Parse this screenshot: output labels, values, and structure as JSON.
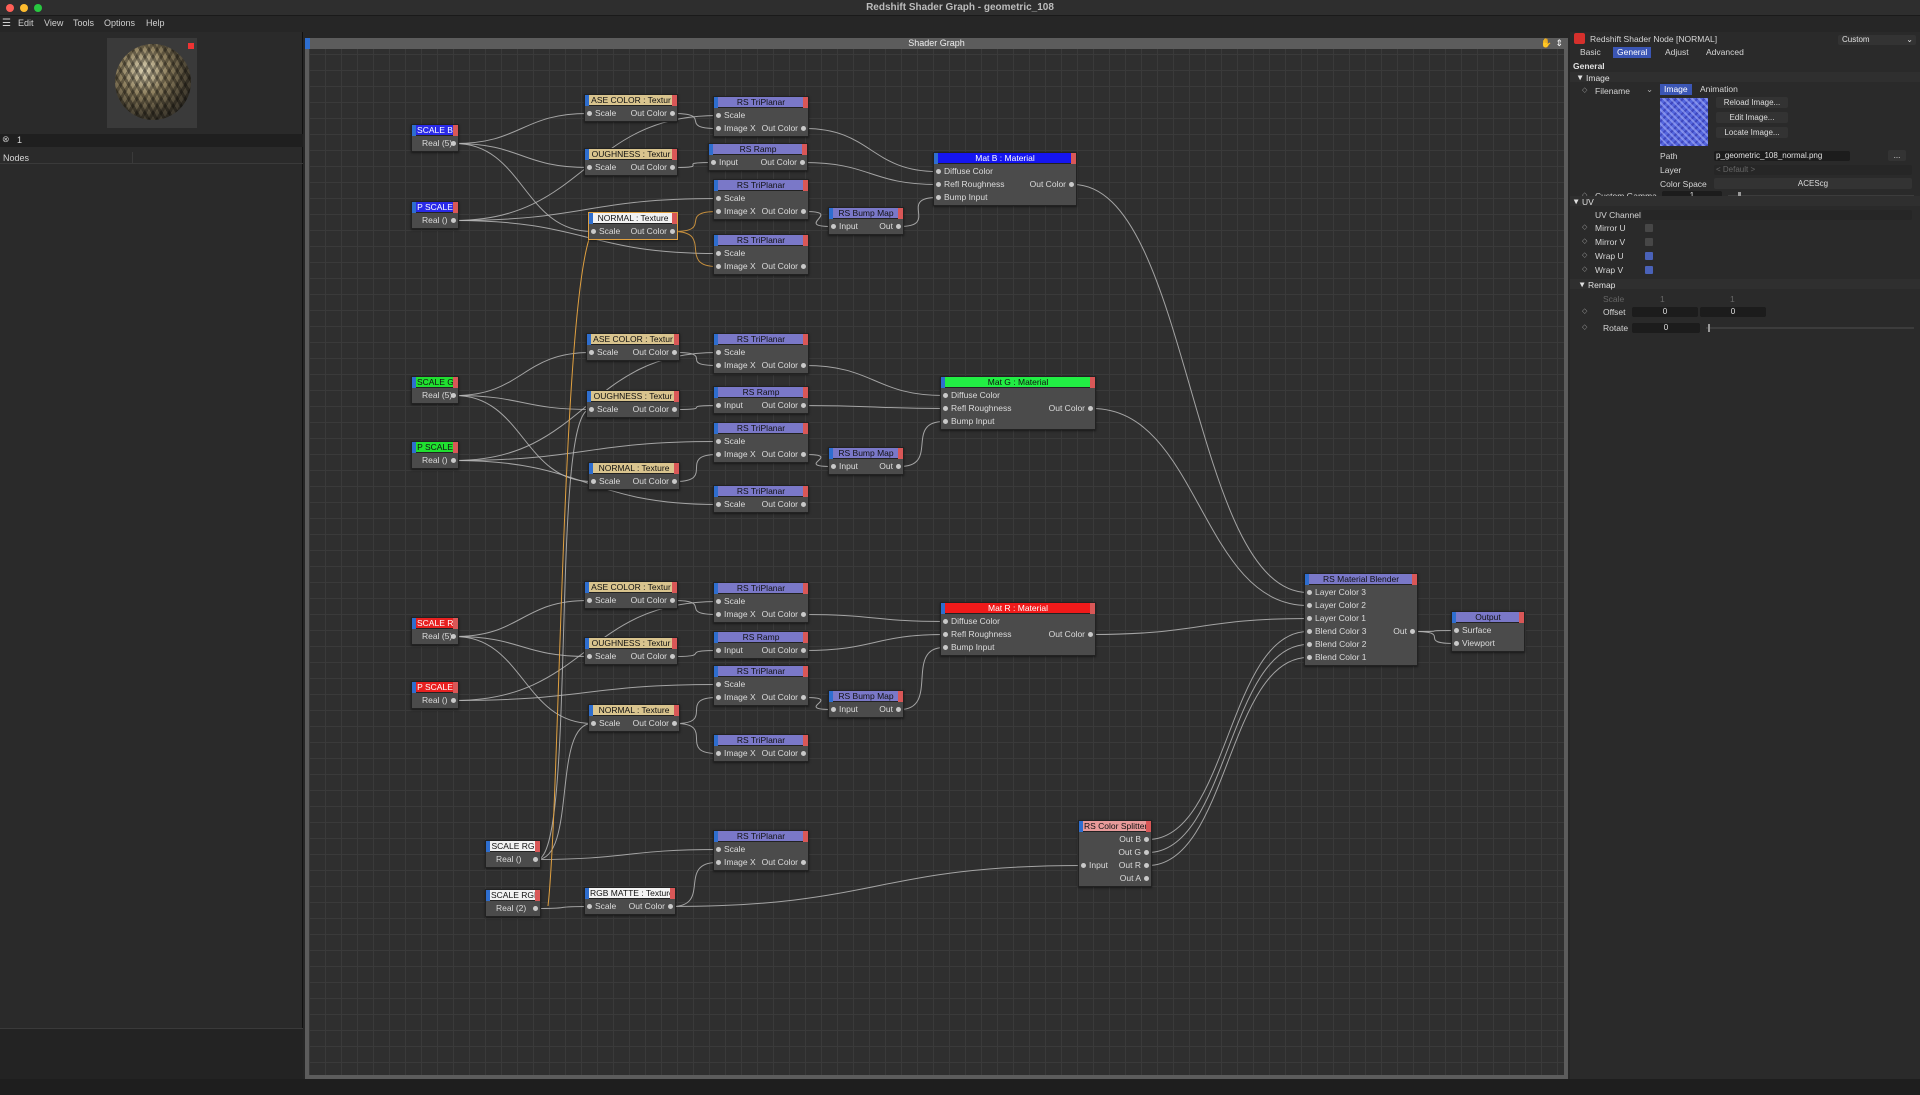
{
  "window": {
    "title": "Redshift Shader Graph - geometric_108"
  },
  "menu": [
    "Edit",
    "View",
    "Tools",
    "Options",
    "Help"
  ],
  "left": {
    "search_value": "1",
    "nodes_label": "Nodes"
  },
  "graph": {
    "title": "Shader Graph"
  },
  "nodes": [
    {
      "id": "scale_b",
      "label": "SCALE B",
      "header_color": "#2a2ae8",
      "light": true,
      "rows": [
        {
          "in": false,
          "label": "Real (5)",
          "out": true
        }
      ]
    },
    {
      "id": "p_scale_b",
      "label": "P SCALE",
      "header_color": "#2a2ae8",
      "light": true,
      "rows": [
        {
          "in": false,
          "label": "Real ()",
          "out": true
        }
      ]
    },
    {
      "id": "base_color_b",
      "label": "ASE COLOR : Textur",
      "header_color": "#d9c48e",
      "rows": [
        {
          "in": true,
          "label": "Scale",
          "out_label": "Out Color",
          "out": true
        }
      ]
    },
    {
      "id": "roughness_b",
      "label": "OUGHNESS : Textur",
      "header_color": "#d9c48e",
      "rows": [
        {
          "in": true,
          "label": "Scale",
          "out_label": "Out Color",
          "out": true
        }
      ]
    },
    {
      "id": "normal_b",
      "label": "NORMAL : Texture",
      "header_color": "#f2f2f2",
      "selected": true,
      "rows": [
        {
          "in": true,
          "label": "Scale",
          "out_label": "Out Color",
          "out": true
        }
      ]
    },
    {
      "id": "tri_b1",
      "label": "RS TriPlanar",
      "header_color": "#7a78c8",
      "rows": [
        {
          "in": true,
          "label": "Scale"
        },
        {
          "in": true,
          "label": "Image X",
          "out_label": "Out Color",
          "out": true
        }
      ]
    },
    {
      "id": "ramp_b",
      "label": "RS Ramp",
      "header_color": "#7a78c8",
      "rows": [
        {
          "in": true,
          "label": "Input",
          "out_label": "Out Color",
          "out": true
        }
      ]
    },
    {
      "id": "tri_b2",
      "label": "RS TriPlanar",
      "header_color": "#7a78c8",
      "rows": [
        {
          "in": true,
          "label": "Scale"
        },
        {
          "in": true,
          "label": "Image X",
          "out_label": "Out Color",
          "out": true
        }
      ]
    },
    {
      "id": "bump_b",
      "label": "RS Bump Map",
      "header_color": "#7a78c8",
      "rows": [
        {
          "in": true,
          "label": "Input",
          "out_label": "Out",
          "out": true
        }
      ]
    },
    {
      "id": "tri_b3",
      "label": "RS TriPlanar",
      "header_color": "#7a78c8",
      "rows": [
        {
          "in": true,
          "label": "Scale"
        },
        {
          "in": true,
          "label": "Image X",
          "out_label": "Out Color",
          "out": true
        }
      ]
    },
    {
      "id": "mat_b",
      "label": "Mat B : Material",
      "header_color": "#1515f0",
      "light": true,
      "rows": [
        {
          "in": true,
          "label": "Diffuse Color"
        },
        {
          "in": true,
          "label": "Refl Roughness",
          "out_label": "Out Color",
          "out": true
        },
        {
          "in": true,
          "label": "Bump Input"
        }
      ]
    },
    {
      "id": "scale_g",
      "label": "SCALE G",
      "header_color": "#20e030",
      "rows": [
        {
          "in": false,
          "label": "Real (5)",
          "out": true
        }
      ]
    },
    {
      "id": "p_scale_g",
      "label": "P SCALE",
      "header_color": "#20e030",
      "rows": [
        {
          "in": false,
          "label": "Real ()",
          "out": true
        }
      ]
    },
    {
      "id": "base_color_g",
      "label": "ASE COLOR : Textur",
      "header_color": "#d9c48e",
      "rows": [
        {
          "in": true,
          "label": "Scale",
          "out_label": "Out Color",
          "out": true
        }
      ]
    },
    {
      "id": "roughness_g",
      "label": "OUGHNESS : Textur",
      "header_color": "#d9c48e",
      "rows": [
        {
          "in": true,
          "label": "Scale",
          "out_label": "Out Color",
          "out": true
        }
      ]
    },
    {
      "id": "normal_g",
      "label": "NORMAL : Texture",
      "header_color": "#d9c48e",
      "rows": [
        {
          "in": true,
          "label": "Scale",
          "out_label": "Out Color",
          "out": true
        }
      ]
    },
    {
      "id": "tri_g1",
      "label": "RS TriPlanar",
      "header_color": "#7a78c8",
      "rows": [
        {
          "in": true,
          "label": "Scale"
        },
        {
          "in": true,
          "label": "Image X",
          "out_label": "Out Color",
          "out": true
        }
      ]
    },
    {
      "id": "ramp_g",
      "label": "RS Ramp",
      "header_color": "#7a78c8",
      "rows": [
        {
          "in": true,
          "label": "Input",
          "out_label": "Out Color",
          "out": true
        }
      ]
    },
    {
      "id": "tri_g2",
      "label": "RS TriPlanar",
      "header_color": "#7a78c8",
      "rows": [
        {
          "in": true,
          "label": "Scale"
        },
        {
          "in": true,
          "label": "Image X",
          "out_label": "Out Color",
          "out": true
        }
      ]
    },
    {
      "id": "bump_g",
      "label": "RS Bump Map",
      "header_color": "#7a78c8",
      "rows": [
        {
          "in": true,
          "label": "Input",
          "out_label": "Out",
          "out": true
        }
      ]
    },
    {
      "id": "tri_g3",
      "label": "RS TriPlanar",
      "header_color": "#7a78c8",
      "rows": [
        {
          "in": true,
          "label": "Scale",
          "out_label": "Out Color",
          "out": true
        }
      ]
    },
    {
      "id": "mat_g",
      "label": "Mat G : Material",
      "header_color": "#22ee44",
      "rows": [
        {
          "in": true,
          "label": "Diffuse Color"
        },
        {
          "in": true,
          "label": "Refl Roughness",
          "out_label": "Out Color",
          "out": true
        },
        {
          "in": true,
          "label": "Bump Input"
        }
      ]
    },
    {
      "id": "scale_r",
      "label": "SCALE R",
      "header_color": "#e82020",
      "light": true,
      "rows": [
        {
          "in": false,
          "label": "Real (5)",
          "out": true
        }
      ]
    },
    {
      "id": "p_scale_r",
      "label": "P SCALE",
      "header_color": "#e82020",
      "light": true,
      "rows": [
        {
          "in": false,
          "label": "Real ()",
          "out": true
        }
      ]
    },
    {
      "id": "base_color_r",
      "label": "ASE COLOR : Textur",
      "header_color": "#d9c48e",
      "rows": [
        {
          "in": true,
          "label": "Scale",
          "out_label": "Out Color",
          "out": true
        }
      ]
    },
    {
      "id": "roughness_r",
      "label": "OUGHNESS : Textur",
      "header_color": "#d9c48e",
      "rows": [
        {
          "in": true,
          "label": "Scale",
          "out_label": "Out Color",
          "out": true
        }
      ]
    },
    {
      "id": "normal_r",
      "label": "NORMAL : Texture",
      "header_color": "#d9c48e",
      "rows": [
        {
          "in": true,
          "label": "Scale",
          "out_label": "Out Color",
          "out": true
        }
      ]
    },
    {
      "id": "tri_r1",
      "label": "RS TriPlanar",
      "header_color": "#7a78c8",
      "rows": [
        {
          "in": true,
          "label": "Scale"
        },
        {
          "in": true,
          "label": "Image X",
          "out_label": "Out Color",
          "out": true
        }
      ]
    },
    {
      "id": "ramp_r",
      "label": "RS Ramp",
      "header_color": "#7a78c8",
      "rows": [
        {
          "in": true,
          "label": "Input",
          "out_label": "Out Color",
          "out": true
        }
      ]
    },
    {
      "id": "tri_r2",
      "label": "RS TriPlanar",
      "header_color": "#7a78c8",
      "rows": [
        {
          "in": true,
          "label": "Scale"
        },
        {
          "in": true,
          "label": "Image X",
          "out_label": "Out Color",
          "out": true
        }
      ]
    },
    {
      "id": "bump_r",
      "label": "RS Bump Map",
      "header_color": "#7a78c8",
      "rows": [
        {
          "in": true,
          "label": "Input",
          "out_label": "Out",
          "out": true
        }
      ]
    },
    {
      "id": "tri_r3",
      "label": "RS TriPlanar",
      "header_color": "#7a78c8",
      "rows": [
        {
          "in": true,
          "label": "Image X",
          "out_label": "Out Color",
          "out": true
        }
      ]
    },
    {
      "id": "mat_r",
      "label": "Mat R : Material",
      "header_color": "#f01a1a",
      "light": true,
      "rows": [
        {
          "in": true,
          "label": "Diffuse Color"
        },
        {
          "in": true,
          "label": "Refl Roughness",
          "out_label": "Out Color",
          "out": true
        },
        {
          "in": true,
          "label": "Bump Input"
        }
      ]
    },
    {
      "id": "scale_rgb",
      "label": "SCALE RG",
      "header_color": "#f2f2f2",
      "rows": [
        {
          "in": false,
          "label": "Real ()",
          "out": true
        }
      ]
    },
    {
      "id": "p_scale_rgb",
      "label": "SCALE RGB",
      "header_color": "#f2f2f2",
      "rows": [
        {
          "in": false,
          "label": "Real (2)",
          "out": true
        }
      ]
    },
    {
      "id": "rgb_matte",
      "label": "RGB MATTE : Texture",
      "header_color": "#f2f2f2",
      "rows": [
        {
          "in": true,
          "label": "Scale",
          "out_label": "Out Color",
          "out": true
        }
      ]
    },
    {
      "id": "tri_rgb",
      "label": "RS TriPlanar",
      "header_color": "#7a78c8",
      "rows": [
        {
          "in": true,
          "label": "Scale"
        },
        {
          "in": true,
          "label": "Image X",
          "out_label": "Out Color",
          "out": true
        }
      ]
    },
    {
      "id": "splitter",
      "label": "RS Color Splitter",
      "header_color": "#e89a9a",
      "rows": [
        {
          "in": false,
          "label": "",
          "out_label": "Out B",
          "out": true
        },
        {
          "in": false,
          "label": "",
          "out_label": "Out G",
          "out": true
        },
        {
          "in": true,
          "label": "Input",
          "out_label": "Out R",
          "out": true
        },
        {
          "in": false,
          "label": "",
          "out_label": "Out A",
          "out": true
        }
      ]
    },
    {
      "id": "blender",
      "label": "RS Material Blender",
      "header_color": "#7a78c8",
      "rows": [
        {
          "in": true,
          "label": "Layer Color 3"
        },
        {
          "in": true,
          "label": "Layer Color 2"
        },
        {
          "in": true,
          "label": "Layer Color 1"
        },
        {
          "in": true,
          "label": "Blend Color 3",
          "out_label": "Out",
          "out": true
        },
        {
          "in": true,
          "label": "Blend Color 2"
        },
        {
          "in": true,
          "label": "Blend Color 1"
        }
      ]
    },
    {
      "id": "output",
      "label": "Output",
      "header_color": "#7a78c8",
      "rows": [
        {
          "in": true,
          "label": "Surface"
        },
        {
          "in": true,
          "label": "Viewport"
        }
      ]
    }
  ],
  "links": [
    [
      "scale_b",
      0,
      "base_color_b",
      0
    ],
    [
      "scale_b",
      0,
      "roughness_b",
      0
    ],
    [
      "scale_b",
      0,
      "normal_b",
      0
    ],
    [
      "p_scale_b",
      0,
      "tri_b1",
      0
    ],
    [
      "p_scale_b",
      0,
      "tri_b2",
      0
    ],
    [
      "p_scale_b",
      0,
      "tri_b3",
      0
    ],
    [
      "base_color_b",
      0,
      "tri_b1",
      1
    ],
    [
      "roughness_b",
      0,
      "ramp_b",
      0
    ],
    [
      "normal_b",
      0,
      "tri_b2",
      1
    ],
    [
      "normal_b",
      0,
      "tri_b3",
      1
    ],
    [
      "tri_b1",
      1,
      "mat_b",
      0
    ],
    [
      "ramp_b",
      0,
      "mat_b",
      1
    ],
    [
      "tri_b2",
      1,
      "bump_b",
      0
    ],
    [
      "bump_b",
      0,
      "mat_b",
      2
    ],
    [
      "scale_g",
      0,
      "base_color_g",
      0
    ],
    [
      "scale_g",
      0,
      "roughness_g",
      0
    ],
    [
      "scale_g",
      0,
      "normal_g",
      0
    ],
    [
      "p_scale_g",
      0,
      "tri_g1",
      0
    ],
    [
      "p_scale_g",
      0,
      "tri_g2",
      0
    ],
    [
      "p_scale_g",
      0,
      "tri_g3",
      0
    ],
    [
      "base_color_g",
      0,
      "tri_g1",
      1
    ],
    [
      "roughness_g",
      0,
      "ramp_g",
      0
    ],
    [
      "normal_g",
      0,
      "tri_g2",
      1
    ],
    [
      "tri_g1",
      1,
      "mat_g",
      0
    ],
    [
      "ramp_g",
      0,
      "mat_g",
      1
    ],
    [
      "tri_g2",
      1,
      "bump_g",
      0
    ],
    [
      "bump_g",
      0,
      "mat_g",
      2
    ],
    [
      "scale_r",
      0,
      "base_color_r",
      0
    ],
    [
      "scale_r",
      0,
      "roughness_r",
      0
    ],
    [
      "scale_r",
      0,
      "normal_r",
      0
    ],
    [
      "p_scale_r",
      0,
      "tri_r1",
      0
    ],
    [
      "p_scale_r",
      0,
      "tri_r2",
      0
    ],
    [
      "base_color_r",
      0,
      "tri_r1",
      1
    ],
    [
      "roughness_r",
      0,
      "ramp_r",
      0
    ],
    [
      "normal_r",
      0,
      "tri_r2",
      1
    ],
    [
      "normal_r",
      0,
      "tri_r3",
      0
    ],
    [
      "tri_r1",
      1,
      "mat_r",
      0
    ],
    [
      "ramp_r",
      0,
      "mat_r",
      1
    ],
    [
      "tri_r2",
      1,
      "bump_r",
      0
    ],
    [
      "bump_r",
      0,
      "mat_r",
      2
    ],
    [
      "scale_rgb",
      0,
      "tri_rgb",
      0
    ],
    [
      "p_scale_rgb",
      0,
      "rgb_matte",
      0
    ],
    [
      "rgb_matte",
      0,
      "tri_rgb",
      1
    ],
    [
      "rgb_matte",
      0,
      "splitter",
      2
    ],
    [
      "scale_rgb",
      0,
      "roughness_g",
      0
    ],
    [
      "scale_rgb",
      0,
      "normal_r",
      0
    ],
    [
      "mat_b",
      1,
      "blender",
      0
    ],
    [
      "mat_g",
      1,
      "blender",
      1
    ],
    [
      "mat_r",
      1,
      "blender",
      2
    ],
    [
      "splitter",
      0,
      "blender",
      3
    ],
    [
      "splitter",
      1,
      "blender",
      4
    ],
    [
      "splitter",
      2,
      "blender",
      5
    ],
    [
      "blender",
      3,
      "output",
      0
    ],
    [
      "blender",
      3,
      "output",
      1
    ]
  ],
  "attributes": {
    "header": "Redshift Shader Node [NORMAL]",
    "layout_select": "Custom",
    "tabs": [
      "Basic",
      "General",
      "Adjust",
      "Advanced"
    ],
    "active_tab": "General",
    "section_general": "General",
    "group_image": "Image",
    "filename_label": "Filename",
    "subtabs": [
      "Image",
      "Animation"
    ],
    "reload": "Reload Image...",
    "edit": "Edit Image...",
    "locate": "Locate Image...",
    "path_label": "Path",
    "path_value": "p_geometric_108_normal.png",
    "path_btn": "...",
    "layer_label": "Layer",
    "layer_value": "< Default >",
    "colorspace_label": "Color Space",
    "colorspace_value": "ACEScg",
    "gamma_label": "Custom Gamma",
    "gamma_value": "1",
    "group_uv": "UV",
    "uv_channel_label": "UV Channel",
    "mirror_u": "Mirror U",
    "mirror_v": "Mirror V",
    "wrap_u": "Wrap U",
    "wrap_v": "Wrap V",
    "group_remap": "Remap",
    "scale_label": "Scale",
    "scale_x": "1",
    "scale_y": "1",
    "offset_label": "Offset",
    "offset_x": "0",
    "offset_y": "0",
    "rotate_label": "Rotate",
    "rotate_value": "0"
  },
  "colors": {
    "accent": "#3b56b5",
    "wire": "#b8b8b8",
    "selected_wire": "#e0a040"
  }
}
